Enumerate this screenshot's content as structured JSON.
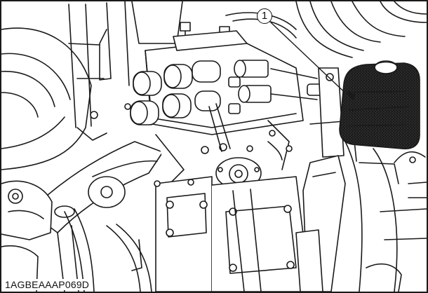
{
  "figure": {
    "callout_label": "1",
    "figure_code": "1AGBEAAAP069D"
  },
  "colors": {
    "line": "#1a1a1a",
    "background": "#ffffff",
    "reservoir_fill": "#9a9a9a"
  },
  "icons": {
    "callout": "numbered-circle-callout",
    "part": "coolant-reserve-tank"
  }
}
